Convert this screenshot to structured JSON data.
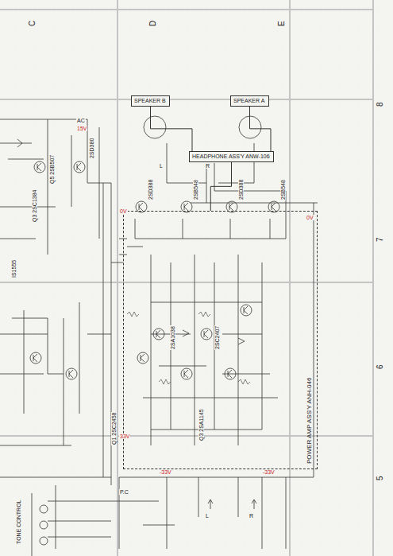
{
  "diagram": {
    "nodes": [
      {
        "text": [
          "POWER AMP ASS'Y ANH-046"
        ]
      },
      {
        "text": [
          "HEADPHONE ASS'Y ANW-106"
        ]
      },
      {
        "text": [
          "SPEAKER B"
        ]
      },
      {
        "text": [
          "SPEAKER A"
        ]
      }
    ],
    "edges": [
      {
        "from": 2,
        "to": 1,
        "arrow": "none"
      },
      {
        "from": 3,
        "to": 1,
        "arrow": "none"
      },
      {
        "from": 1,
        "to": 0,
        "arrow": "none"
      }
    ],
    "labels": [
      "C",
      "D",
      "E",
      "8",
      "7",
      "6",
      "5",
      "Q5 2SB507",
      "Q3 2SC1384",
      "2SD380",
      "IS1555",
      "AC",
      "15V",
      "2SD388",
      "2SB548",
      "2SD388",
      "2SB548",
      "Q1 2SC2458",
      "Q3 2SA1145",
      "2SA1038",
      "2SC2407",
      "0V",
      "33V",
      "-33V",
      "0V",
      "-33V",
      "L",
      "R",
      "L",
      "R",
      "P.C",
      "TONE CONTROL"
    ]
  }
}
